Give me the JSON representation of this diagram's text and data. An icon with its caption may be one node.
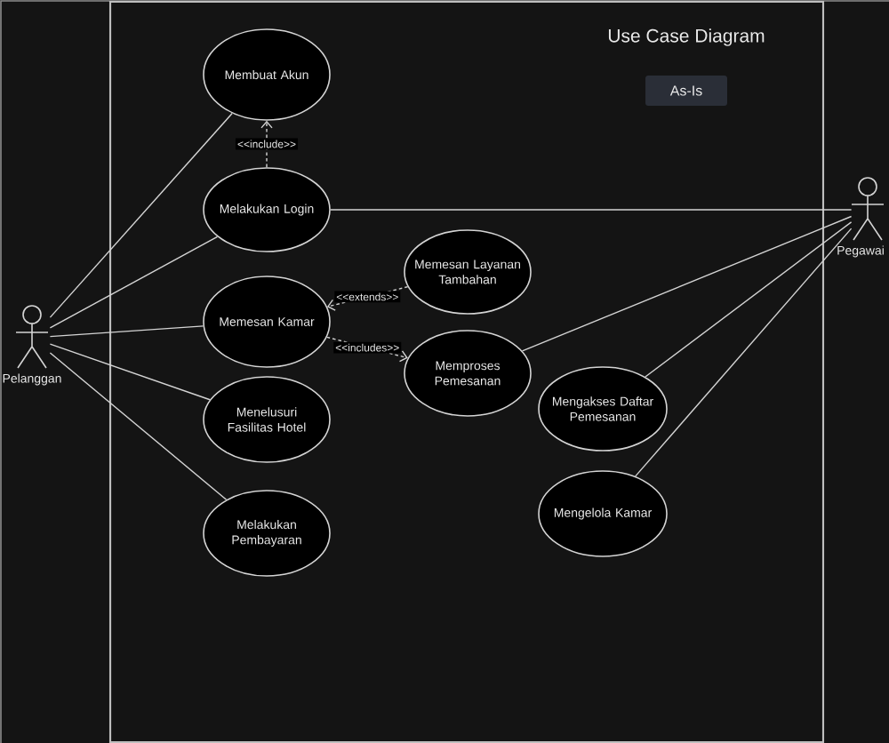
{
  "diagram": {
    "title": "Use Case Diagram",
    "nodes": [
      {
        "text": [
          "Pelanggan"
        ]
      },
      {
        "text": [],
        "shape": "box"
      },
      {
        "text": [
          "As-Is"
        ],
        "in": 1
      },
      {
        "text": [
          "Membuat Akun"
        ],
        "in": 1
      },
      {
        "text": [
          "Melakukan Login"
        ],
        "in": 1
      },
      {
        "text": [
          "Memesan Layanan Tambahan"
        ],
        "in": 1
      },
      {
        "text": [
          "Memesan Kamar"
        ],
        "in": 1
      },
      {
        "text": [
          "Memproses Pemesanan"
        ],
        "in": 1
      },
      {
        "text": [
          "Menelusuri Fasilitas Hotel"
        ],
        "in": 1
      },
      {
        "text": [
          "Mengakses Daftar Pemesanan"
        ],
        "in": 1
      },
      {
        "text": [
          "Mengelola Kamar"
        ],
        "in": 1
      },
      {
        "text": [
          "Melakukan Pembayaran"
        ],
        "in": 1
      },
      {
        "text": [
          "Pegawai"
        ]
      }
    ],
    "edges": [
      {
        "from": 0,
        "to": 3,
        "arrow": "none"
      },
      {
        "from": 0,
        "to": 4,
        "arrow": "none"
      },
      {
        "from": 0,
        "to": 6,
        "arrow": "none"
      },
      {
        "from": 0,
        "to": 8,
        "arrow": "none"
      },
      {
        "from": 0,
        "to": 11,
        "arrow": "none"
      },
      {
        "from": 4,
        "to": 3,
        "arrow": "to",
        "style": "dashed",
        "label": "<<include>>"
      },
      {
        "from": 5,
        "to": 6,
        "arrow": "to",
        "style": "dashed",
        "label": "<<extends>>"
      },
      {
        "from": 6,
        "to": 7,
        "arrow": "to",
        "style": "dashed",
        "label": "<<includes>>"
      },
      {
        "from": 12,
        "to": 4,
        "arrow": "none"
      },
      {
        "from": 12,
        "to": 7,
        "arrow": "none"
      },
      {
        "from": 12,
        "to": 9,
        "arrow": "none"
      },
      {
        "from": 12,
        "to": 10,
        "arrow": "none"
      }
    ]
  }
}
